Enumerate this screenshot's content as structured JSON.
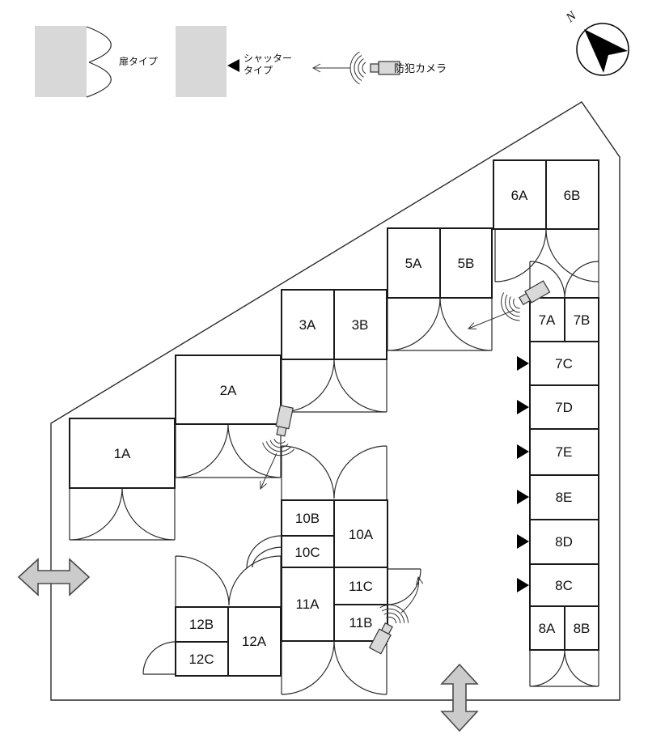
{
  "legend": {
    "door_type": "扉タイプ",
    "shutter_line1": "シャッター",
    "shutter_line2": "タイプ",
    "camera": "防犯カメラ"
  },
  "compass": {
    "north": "N"
  },
  "units": {
    "r1A": "1A",
    "r2A": "2A",
    "r3A": "3A",
    "r3B": "3B",
    "r5A": "5A",
    "r5B": "5B",
    "r6A": "6A",
    "r6B": "6B",
    "r7A": "7A",
    "r7B": "7B",
    "r7C": "7C",
    "r7D": "7D",
    "r7E": "7E",
    "r8A": "8A",
    "r8B": "8B",
    "r8C": "8C",
    "r8D": "8D",
    "r8E": "8E",
    "r10A": "10A",
    "r10B": "10B",
    "r10C": "10C",
    "r11A": "11A",
    "r11B": "11B",
    "r11C": "11C",
    "r12A": "12A",
    "r12B": "12B",
    "r12C": "12C"
  },
  "colors": {
    "wall": "#1a1a1a",
    "swatch_gray": "#d8d8d8",
    "arrow_gray": "#cbcbcb",
    "camera_gray": "#d9d9d9"
  }
}
